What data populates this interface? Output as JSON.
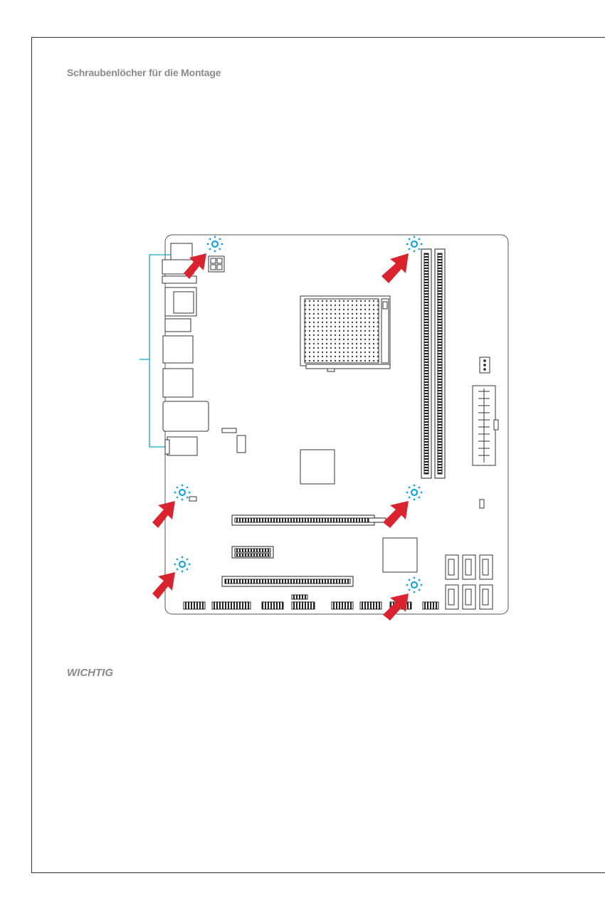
{
  "page": {
    "heading": "Schraubenlöcher für die Montage",
    "note_heading": "WICHTIG"
  },
  "figure": {
    "subject": "motherboard-layout",
    "mounting_holes": 6,
    "colors": {
      "board_outline": "#555555",
      "component": "#333333",
      "hole_marker": "#1aa3e0",
      "arrow": "#d9232e",
      "io_bracket_line": "#1aa3c8",
      "frame": "#333333",
      "heading": "#8a8a8a"
    },
    "icons": [
      "screw-hole-icon",
      "red-arrow-icon"
    ]
  }
}
